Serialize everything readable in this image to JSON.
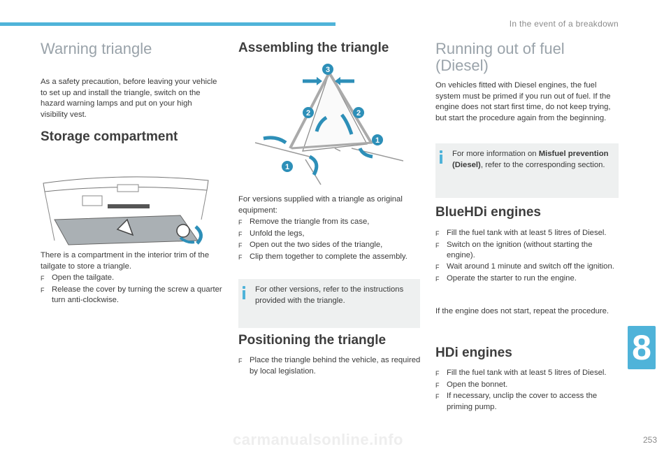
{
  "header": {
    "section_title": "In the event of a breakdown"
  },
  "col1": {
    "warning_title": "Warning triangle",
    "warning_para": "As a safety precaution, before leaving your vehicle to set up and install the triangle, switch on the hazard warning lamps and put on your high visibility vest.",
    "storage_title": "Storage compartment",
    "storage_para": "There is a compartment in the interior trim of the tailgate to store a triangle.",
    "storage_steps": [
      "Open the tailgate.",
      "Release the cover by turning the screw a quarter turn anti-clockwise."
    ]
  },
  "col2": {
    "assembling_title": "Assembling the triangle",
    "versions_para": "For versions supplied with a triangle as original equipment:",
    "assembling_steps": [
      "Remove the triangle from its case,",
      "Unfold the legs,",
      "Open out the two sides of the triangle,",
      "Clip them together to complete the assembly."
    ],
    "note": "For other versions, refer to the instructions provided with the triangle.",
    "positioning_title": "Positioning the triangle",
    "positioning_steps": [
      "Place the triangle behind the vehicle, as required by local legislation."
    ],
    "diagram_labels": [
      "3",
      "2",
      "2",
      "1",
      "1"
    ]
  },
  "col3": {
    "fuel_title_1": "Running out of fuel",
    "fuel_title_2": "(Diesel)",
    "fuel_para": "On vehicles fitted with Diesel engines, the fuel system must be primed if you run out of fuel. If the engine does not start first time, do not keep trying, but start the procedure again from the beginning.",
    "note_prefix": "For more information on ",
    "note_bold": "Misfuel prevention (Diesel)",
    "note_suffix": ", refer to the corresponding section.",
    "bluehdi_title": "BlueHDi engines",
    "bluehdi_steps": [
      "Fill the fuel tank with at least 5 litres of Diesel.",
      "Switch on the ignition (without starting the engine).",
      "Wait around 1 minute and switch off the ignition.",
      "Operate the starter to run the engine."
    ],
    "bluehdi_after": "If the engine does not start, repeat the procedure.",
    "hdi_title": "HDi engines",
    "hdi_steps": [
      "Fill the fuel tank with at least 5 litres of Diesel.",
      "Open the bonnet.",
      "If necessary, unclip the cover to access the priming pump."
    ]
  },
  "chapter_number": "8",
  "page_number": "253",
  "footer_watermark": "carmanualsonline.info",
  "bullet_glyph": "F",
  "colors": {
    "accent": "#4fb3d9",
    "note_bg": "#eef0f0",
    "title_grey": "#9aa3aa"
  }
}
